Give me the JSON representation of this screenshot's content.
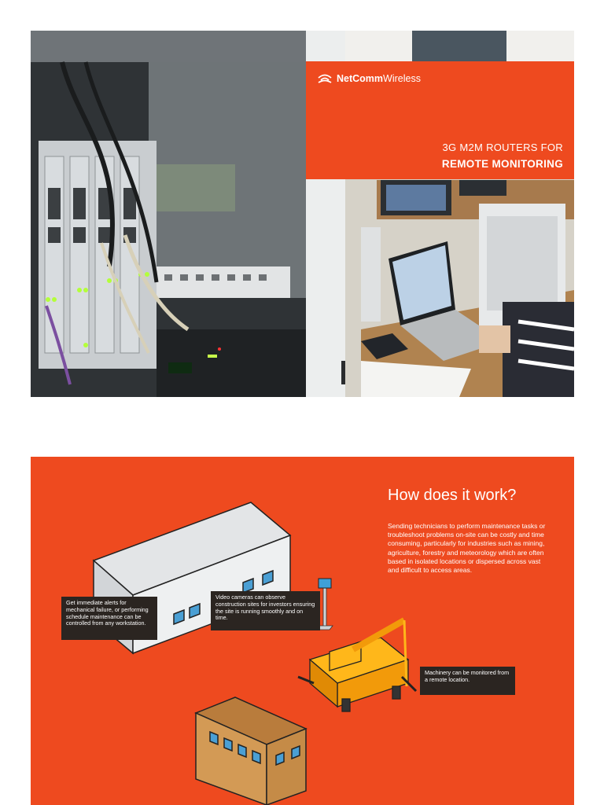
{
  "hero": {
    "logo_bold": "NetComm",
    "logo_light": "Wireless",
    "line1": "3G M2M ROUTERS FOR",
    "line2": "REMOTE MONITORING"
  },
  "how": {
    "title": "How does it work?",
    "body": "Sending technicians to perform maintenance tasks or troubleshoot problems on-site can be costly and time consuming, particularly for industries such as mining, agriculture, forestry and meteorology which are often based in isolated locations or dispersed across vast and difficult to access areas."
  },
  "callouts": {
    "alerts": "Get immediate alerts for mechanical failure, or performing schedule maintenance can be controlled from any workstation.",
    "cameras": "Video cameras can observe construction sites for investors ensuring the site is running smoothly and on time.",
    "machinery": "Machinery can be monitored from a remote location."
  },
  "colors": {
    "brand_orange": "#ee4a1f",
    "callout_bg": "#2b2521"
  },
  "icons": [
    "netcomm-logo-icon"
  ]
}
